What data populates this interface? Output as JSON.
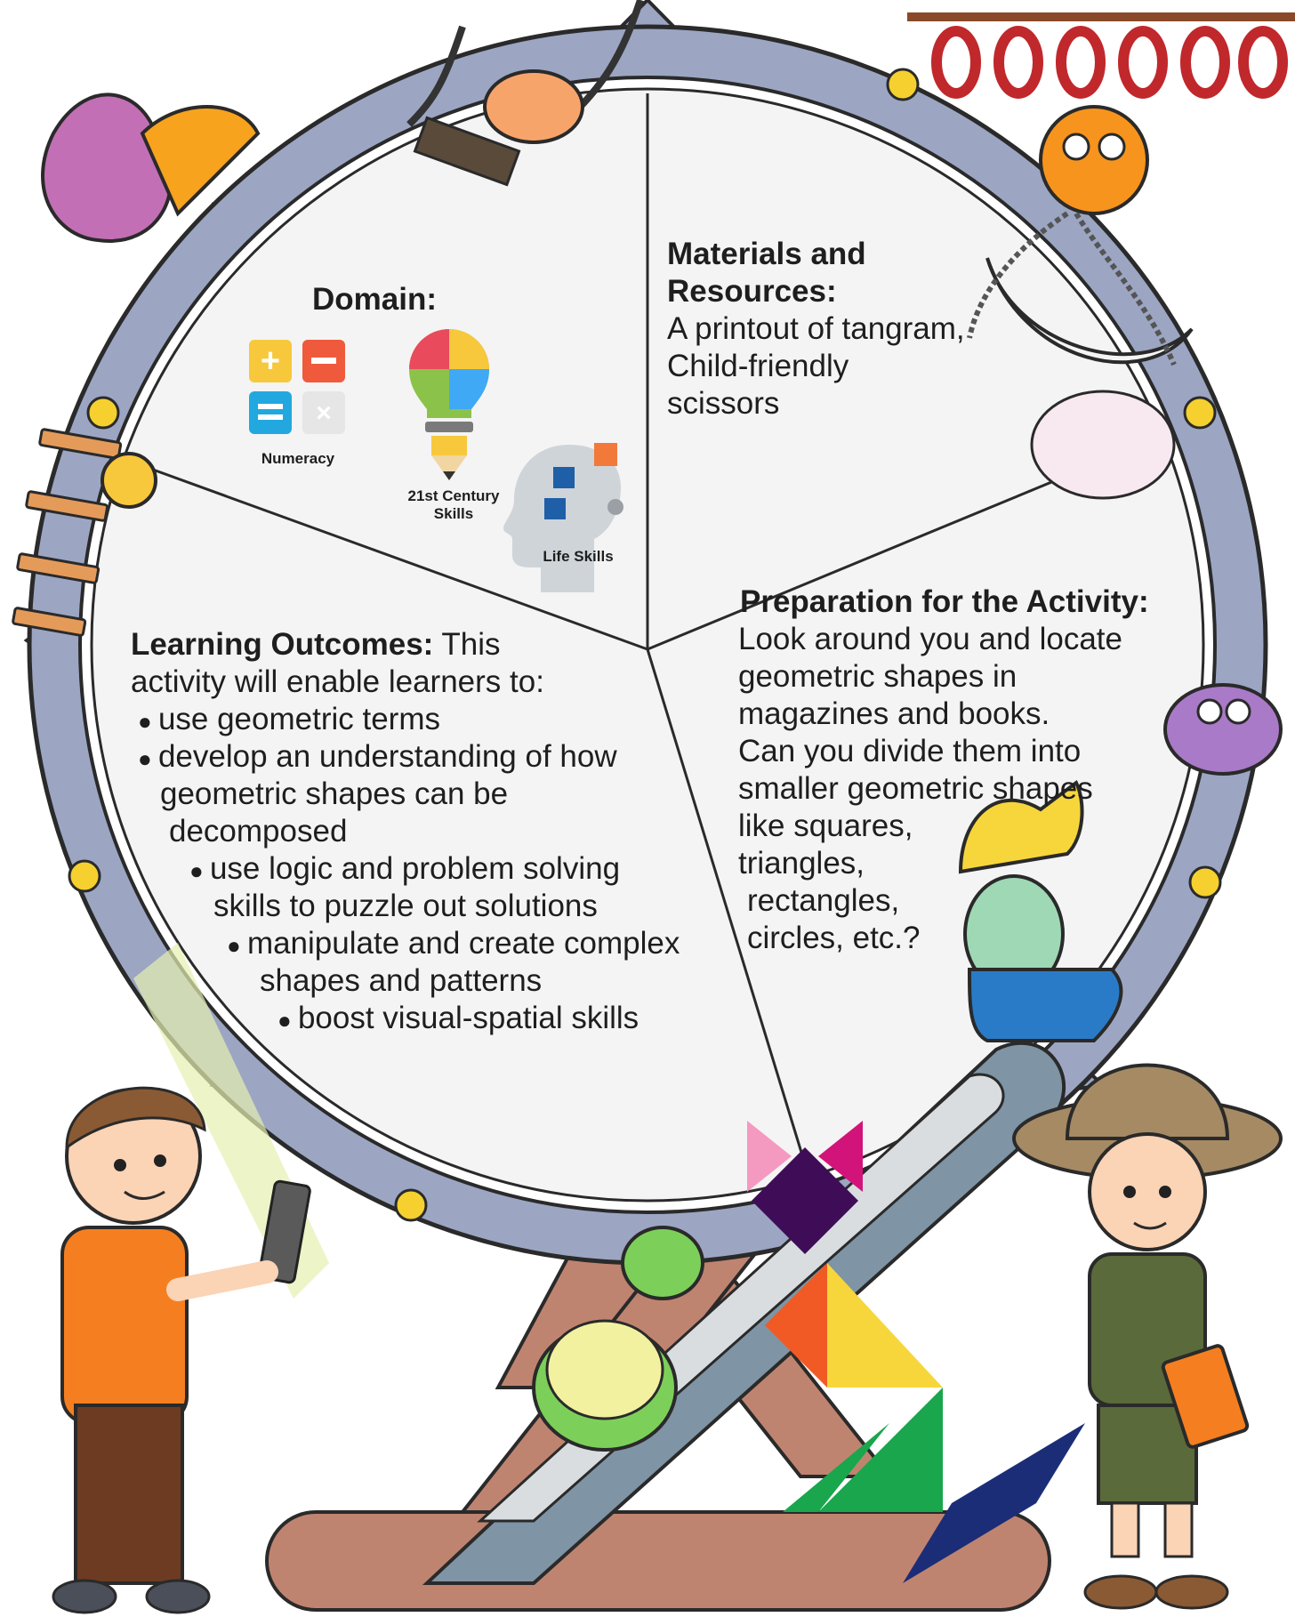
{
  "domain_section": {
    "heading": "Domain:",
    "icons": [
      {
        "label": "Numeracy",
        "icon": "numeracy-operators-icon"
      },
      {
        "label": "21st Century Skills",
        "icon": "lightbulb-puzzle-icon"
      },
      {
        "label": "Life Skills",
        "icon": "head-puzzle-icon"
      }
    ]
  },
  "materials": {
    "heading_line1": "Materials and",
    "heading_line2": "Resources:",
    "lines": [
      "A printout of tangram,",
      "Child-friendly",
      "scissors"
    ]
  },
  "preparation": {
    "heading": "Preparation for the Activity:",
    "lines": [
      "Look around you and locate",
      "geometric shapes in",
      "magazines and books.",
      "Can you divide them into",
      "smaller geometric shapes",
      "like squares,",
      "triangles,",
      "rectangles,",
      "circles, etc.?"
    ]
  },
  "outcomes": {
    "heading": "Learning Outcomes:",
    "heading_tail": "This",
    "intro": "activity will enable learners to:",
    "bullets": [
      {
        "line1": "use geometric terms",
        "line2": "",
        "line3": ""
      },
      {
        "line1": "develop an understanding of how",
        "line2": "geometric shapes can be",
        "line3": "decomposed"
      },
      {
        "line1": "use logic and problem solving",
        "line2": "skills to puzzle out solutions",
        "line3": ""
      },
      {
        "line1": "manipulate and create complex",
        "line2": "shapes and patterns",
        "line3": ""
      },
      {
        "line1": "boost visual-spatial skills",
        "line2": "",
        "line3": ""
      }
    ]
  },
  "colors": {
    "wheel_rim": "#9ca6c3",
    "wheel_face": "#f4f4f4",
    "yellow_dot": "#f5d02e",
    "stand": "#bf8470",
    "slide": "#7f94a4",
    "boy_shirt": "#f57f20",
    "tangram_orange": "#f15a24",
    "tangram_yellow": "#f7d63b",
    "tangram_green": "#19a64c",
    "tangram_navy": "#1c2d78",
    "tangram_purple": "#3f0d57",
    "tangram_pink": "#f49ac1",
    "tangram_magenta": "#d2147a"
  }
}
